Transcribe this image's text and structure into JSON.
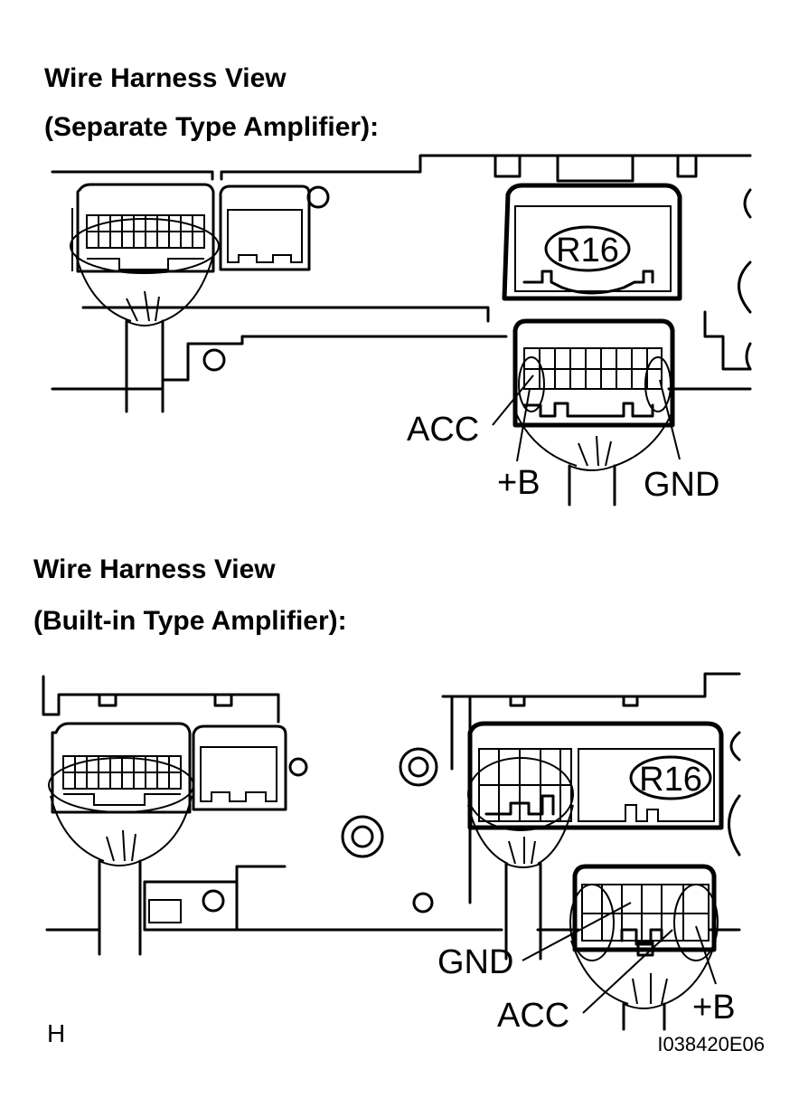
{
  "sections": [
    {
      "title_line1": "Wire Harness View",
      "title_line2": "(Separate Type Amplifier):",
      "connector_id": "R16",
      "terminals": {
        "acc": "ACC",
        "plus_b": "+B",
        "gnd": "GND"
      }
    },
    {
      "title_line1": "Wire Harness View",
      "title_line2": "(Built-in Type Amplifier):",
      "connector_id": "R16",
      "terminals": {
        "gnd": "GND",
        "acc": "ACC",
        "plus_b": "+B"
      }
    }
  ],
  "footer": {
    "corner_mark": "H",
    "figure_code": "I038420E06"
  }
}
